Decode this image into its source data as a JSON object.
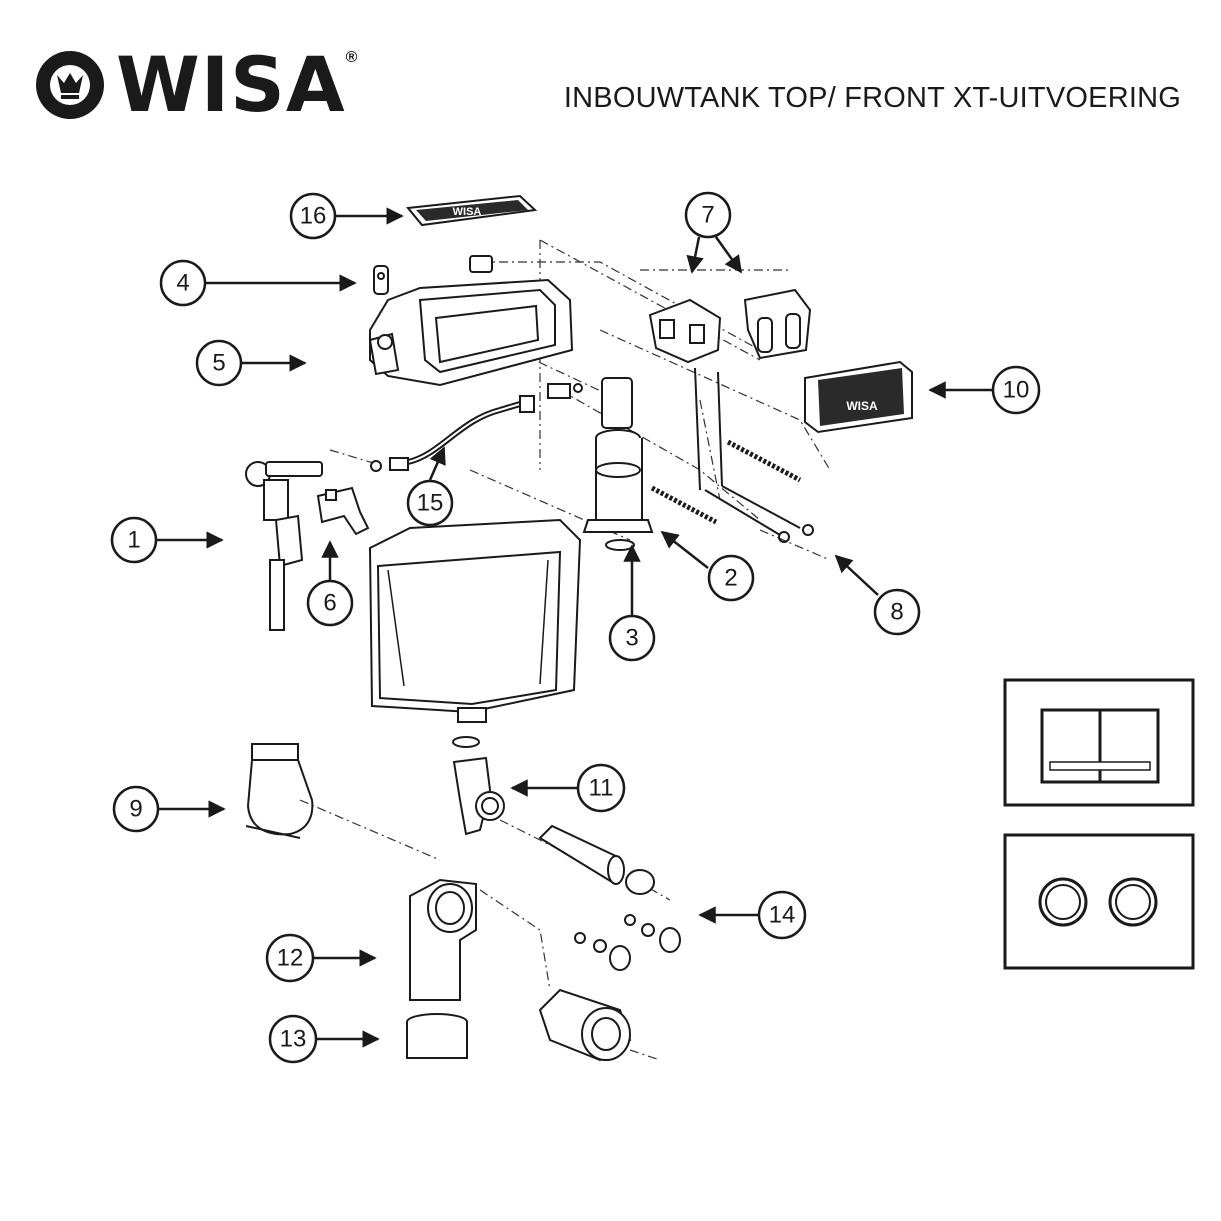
{
  "brand": {
    "name": "WISA",
    "registered_mark": "®"
  },
  "title": "INBOUWTANK TOP/ FRONT XT-UITVOERING",
  "callouts": [
    {
      "id": "c1",
      "label": "1"
    },
    {
      "id": "c2",
      "label": "2"
    },
    {
      "id": "c3",
      "label": "3"
    },
    {
      "id": "c4",
      "label": "4"
    },
    {
      "id": "c5",
      "label": "5"
    },
    {
      "id": "c6",
      "label": "6"
    },
    {
      "id": "c7",
      "label": "7"
    },
    {
      "id": "c8",
      "label": "8"
    },
    {
      "id": "c9",
      "label": "9"
    },
    {
      "id": "c10",
      "label": "10"
    },
    {
      "id": "c11",
      "label": "11"
    },
    {
      "id": "c12",
      "label": "12"
    },
    {
      "id": "c13",
      "label": "13"
    },
    {
      "id": "c14",
      "label": "14"
    },
    {
      "id": "c15",
      "label": "15"
    },
    {
      "id": "c16",
      "label": "16"
    }
  ],
  "part_markings": {
    "top_lid": "WISA",
    "front_plate": "WISA"
  }
}
